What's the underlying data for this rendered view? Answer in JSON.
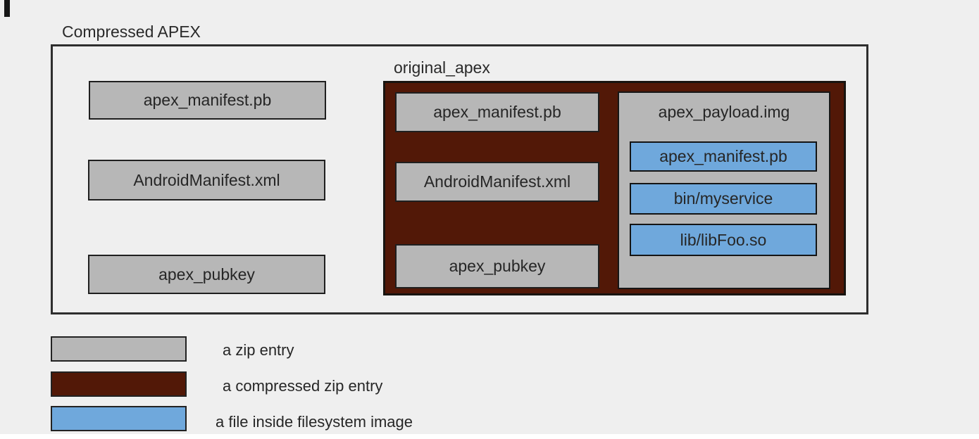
{
  "diagram": {
    "title": "Compressed APEX",
    "outer_entries": [
      "apex_manifest.pb",
      "AndroidManifest.xml",
      "apex_pubkey"
    ],
    "original_apex": {
      "label": "original_apex",
      "entries": [
        "apex_manifest.pb",
        "AndroidManifest.xml",
        "apex_pubkey"
      ],
      "payload": {
        "title": "apex_payload.img",
        "files": [
          "apex_manifest.pb",
          "bin/myservice",
          "lib/libFoo.so"
        ]
      }
    }
  },
  "legend": {
    "items": [
      {
        "label": "a zip entry",
        "color": "#b7b7b7"
      },
      {
        "label": "a compressed zip entry",
        "color": "#521807"
      },
      {
        "label": "a file inside filesystem image",
        "color": "#6fa8dc"
      }
    ]
  },
  "colors": {
    "page_background": "#efefef",
    "zip_entry_fill": "#b7b7b7",
    "compressed_zip_entry_fill": "#521807",
    "filesystem_file_fill": "#6fa8dc",
    "box_border": "#1f1f1f"
  }
}
